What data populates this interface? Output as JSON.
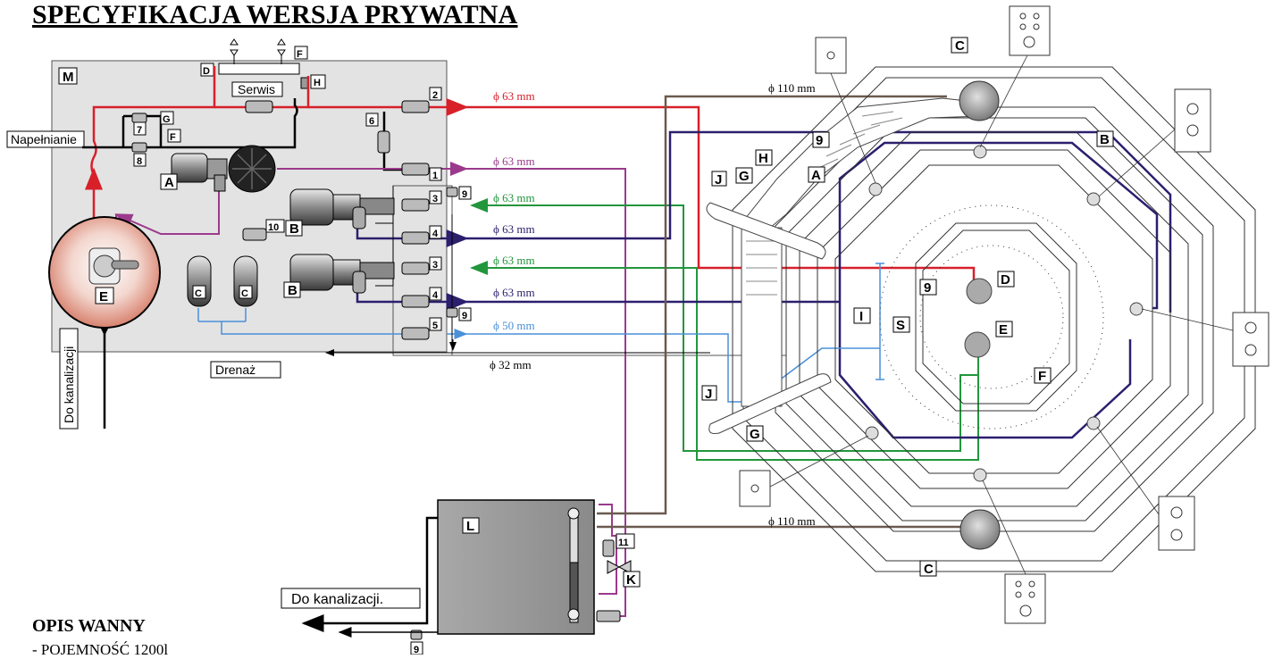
{
  "title": "SPECYFIKACJA WERSJA PRYWATNA",
  "description": {
    "heading": "OPIS WANNY",
    "line1": "- POJEMNOŚĆ 1200l"
  },
  "machine_room": {
    "label_m": "M",
    "serwis": "Serwis",
    "napelnianie": "Napełnianie",
    "do_kanalizacji_vertical": "Do kanalizacji",
    "drenaz": "Drenaż",
    "labels": {
      "a": "A",
      "b": "B",
      "c": "C",
      "d": "D",
      "e": "E",
      "f": "F",
      "g": "G",
      "h": "H",
      "l": "L",
      "k": "K",
      "n1": "1",
      "n2": "2",
      "n3": "3",
      "n4": "4",
      "n5": "5",
      "n6": "6",
      "n7": "7",
      "n8": "8",
      "n9": "9",
      "n10": "10",
      "n11": "11"
    }
  },
  "pipes": {
    "red": "ϕ 63 mm",
    "purple": "ϕ 63 mm",
    "green1": "ϕ 63 mm",
    "blue1": "ϕ 63 mm",
    "green2": "ϕ 63 mm",
    "blue2": "ϕ 63 mm",
    "lightblue": "ϕ 50 mm",
    "drain": "ϕ 32 mm",
    "brown_top": "ϕ 110 mm",
    "brown_bottom": "ϕ 110 mm"
  },
  "tank": {
    "do_kanalizacji": "Do kanalizacji."
  },
  "pool": {
    "labels": {
      "a": "A",
      "b": "B",
      "c_top": "C",
      "c_bottom": "C",
      "d": "D",
      "e": "E",
      "f": "F",
      "g_top": "G",
      "g_bottom": "G",
      "h": "H",
      "i": "I",
      "j_top": "J",
      "j_bottom": "J",
      "s": "S",
      "n9_top": "9",
      "n9_mid": "9"
    }
  },
  "colors": {
    "red": "#d7202a",
    "purple": "#9b3a8c",
    "green": "#22963c",
    "navy": "#2b1f6e",
    "lightblue": "#4a90d9",
    "brown": "#6b5a50",
    "machine_bg": "#e3e3e3",
    "tank_bg": "#9a9a9a"
  }
}
